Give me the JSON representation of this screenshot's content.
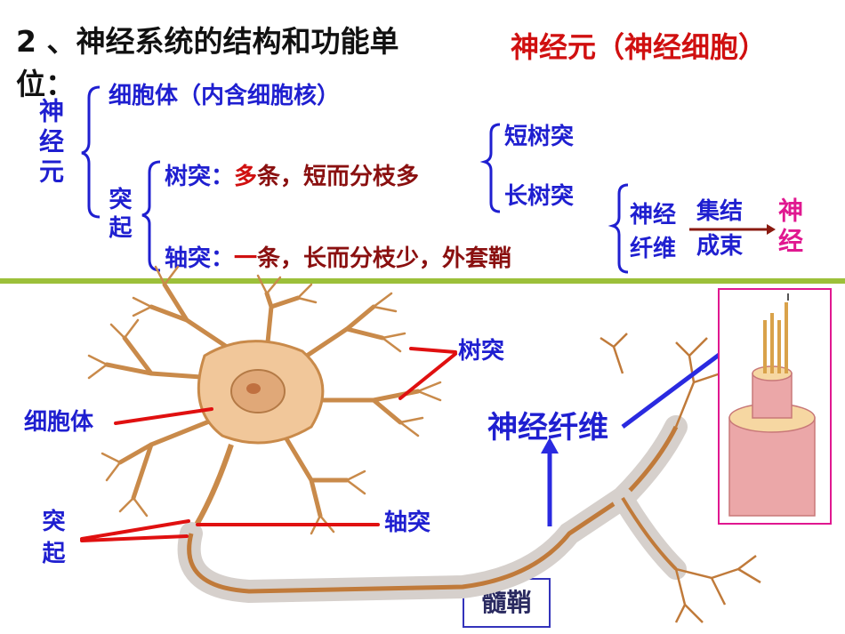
{
  "heading": {
    "line1": "2 、神经系统的结构和功能单",
    "line2": "位：",
    "answer": "神经元（神经细胞）"
  },
  "tree": {
    "root": "神经元",
    "soma": "细胞体（内含细胞核）",
    "process_group": "突起",
    "dendrite_label": "树突：",
    "dendrite_first": "多",
    "dendrite_rest": "条，短而分枝多",
    "short_dendrite": "短树突",
    "long_dendrite": "长树突",
    "axon_label": "轴突：",
    "axon_first": "一",
    "axon_rest": "条，长而分枝少，外套鞘",
    "nerve_fiber": "神经纤维",
    "bundle_top": "集结",
    "bundle_bottom": "成束",
    "nerve": "神经"
  },
  "diagram_labels": {
    "dendrite": "树突",
    "cell_body": "细胞体",
    "process": "突起",
    "axon": "轴突",
    "nerve_fiber": "神经纤维",
    "myelin": "髓鞘"
  },
  "colors": {
    "blue": "#1f1fd0",
    "red": "#d01010",
    "magenta": "#e01890",
    "divider": "#9cc03a"
  }
}
